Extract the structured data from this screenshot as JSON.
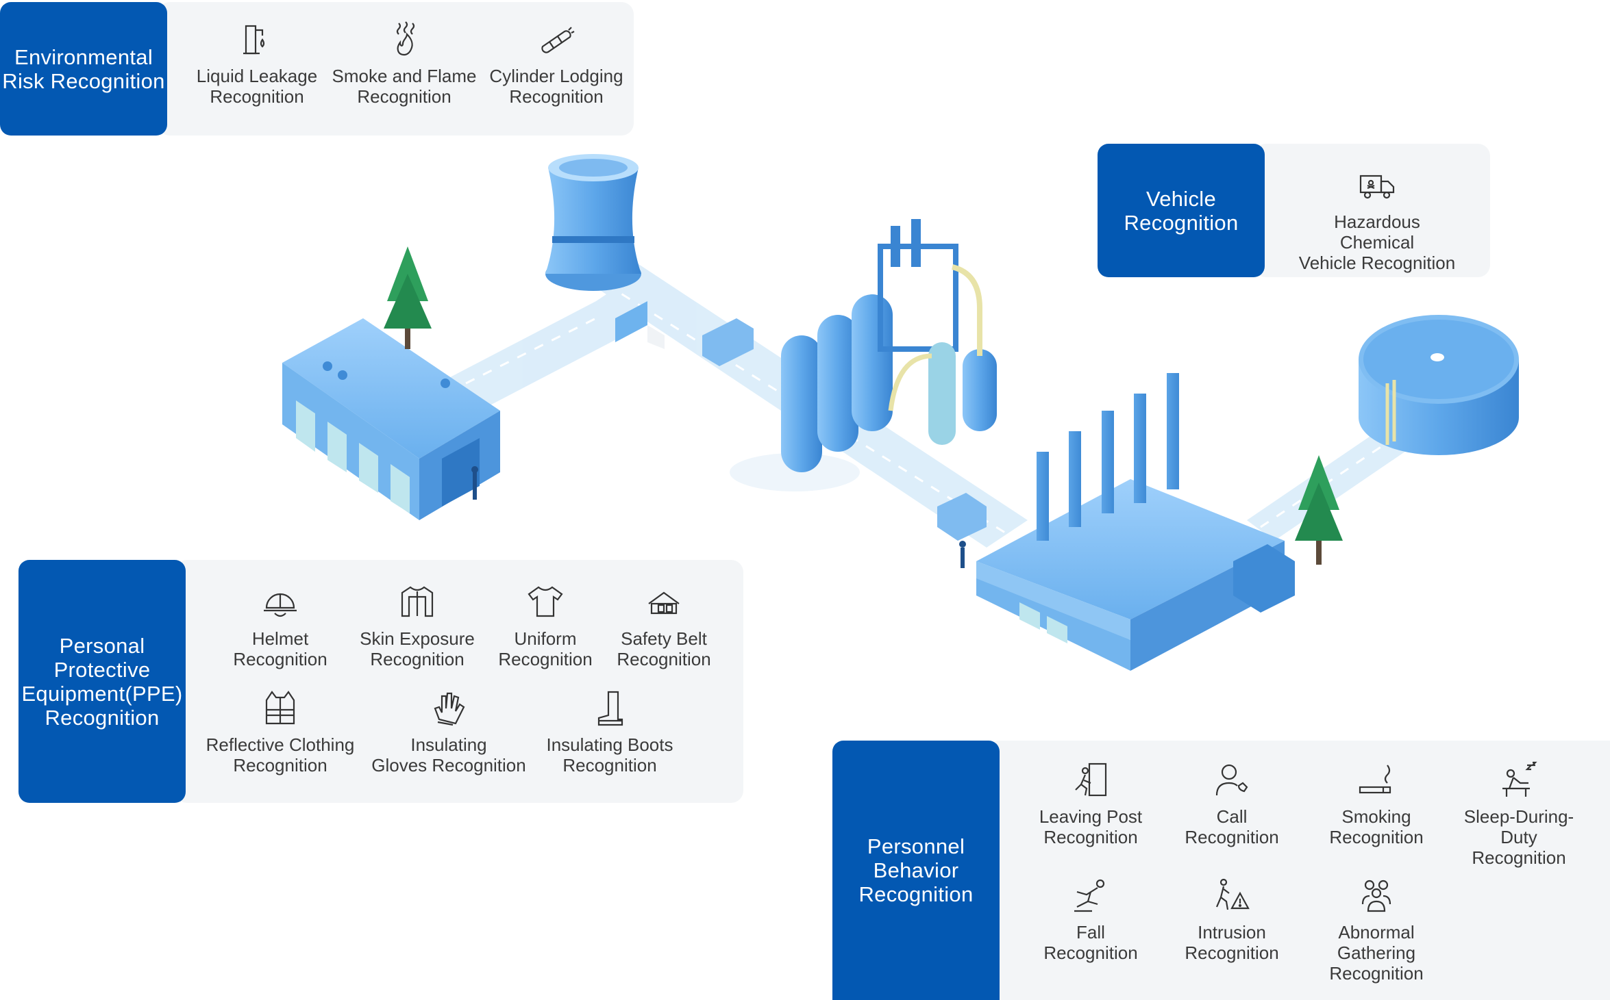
{
  "environmental": {
    "title": "Environmental\nRisk Recognition",
    "items": [
      {
        "label": "Liquid Leakage\nRecognition",
        "icon": "liquid-leakage-icon"
      },
      {
        "label": "Smoke and Flame\nRecognition",
        "icon": "flame-icon"
      },
      {
        "label": "Cylinder Lodging\nRecognition",
        "icon": "cylinder-icon"
      }
    ]
  },
  "vehicle": {
    "title": "Vehicle\nRecognition",
    "items": [
      {
        "label": "Hazardous Chemical\nVehicle Recognition",
        "icon": "hazmat-truck-icon"
      }
    ]
  },
  "ppe": {
    "title": "Personal\nProtective\nEquipment(PPE)\nRecognition",
    "items": [
      {
        "label": "Helmet\nRecognition",
        "icon": "helmet-icon"
      },
      {
        "label": "Skin Exposure\nRecognition",
        "icon": "shirt-icon"
      },
      {
        "label": "Uniform\nRecognition",
        "icon": "uniform-icon"
      },
      {
        "label": "Safety Belt\nRecognition",
        "icon": "safety-belt-icon"
      },
      {
        "label": "Reflective Clothing\nRecognition",
        "icon": "vest-icon"
      },
      {
        "label": "Insulating\nGloves Recognition",
        "icon": "glove-icon"
      },
      {
        "label": "Insulating Boots\nRecognition",
        "icon": "boot-icon"
      }
    ]
  },
  "behavior": {
    "title": "Personnel\nBehavior\nRecognition",
    "items": [
      {
        "label": "Leaving Post\nRecognition",
        "icon": "leaving-post-icon"
      },
      {
        "label": "Call\nRecognition",
        "icon": "phone-call-icon"
      },
      {
        "label": "Smoking\nRecognition",
        "icon": "cigarette-icon"
      },
      {
        "label": "Sleep-During-\nDuty\nRecognition",
        "icon": "sleep-icon"
      },
      {
        "label": "Fall\nRecognition",
        "icon": "fall-icon"
      },
      {
        "label": "Intrusion\nRecognition",
        "icon": "intrusion-icon"
      },
      {
        "label": "Abnormal\nGathering\nRecognition",
        "icon": "gathering-icon"
      }
    ]
  },
  "colors": {
    "accent": "#0358b2",
    "panel_bg": "#f3f5f7",
    "building": "#6aaee8"
  }
}
